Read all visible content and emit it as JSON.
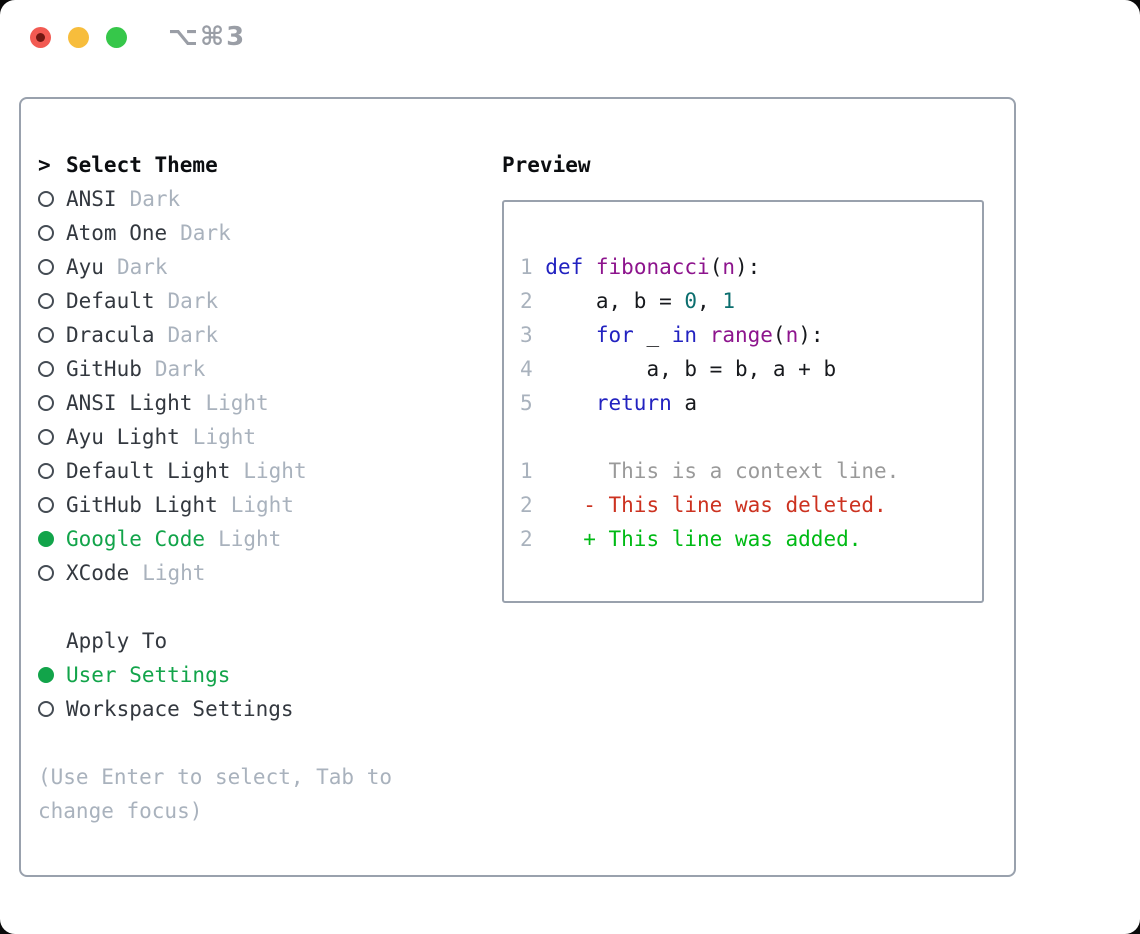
{
  "window": {
    "shortcut": "⌥⌘3",
    "traffic_lights": [
      "close",
      "minimize",
      "zoom"
    ]
  },
  "theme_list": {
    "title": "Select Theme",
    "cursor": ">",
    "items": [
      {
        "name": "ANSI",
        "variant": "Dark",
        "selected": false
      },
      {
        "name": "Atom One",
        "variant": "Dark",
        "selected": false
      },
      {
        "name": "Ayu",
        "variant": "Dark",
        "selected": false
      },
      {
        "name": "Default",
        "variant": "Dark",
        "selected": false
      },
      {
        "name": "Dracula",
        "variant": "Dark",
        "selected": false
      },
      {
        "name": "GitHub",
        "variant": "Dark",
        "selected": false
      },
      {
        "name": "ANSI Light",
        "variant": "Light",
        "selected": false
      },
      {
        "name": "Ayu Light",
        "variant": "Light",
        "selected": false
      },
      {
        "name": "Default Light",
        "variant": "Light",
        "selected": false
      },
      {
        "name": "GitHub Light",
        "variant": "Light",
        "selected": false
      },
      {
        "name": "Google Code",
        "variant": "Light",
        "selected": true
      },
      {
        "name": "XCode",
        "variant": "Light",
        "selected": false
      }
    ]
  },
  "apply_to": {
    "title": "Apply To",
    "options": [
      {
        "label": "User Settings",
        "selected": true
      },
      {
        "label": "Workspace Settings",
        "selected": false
      }
    ]
  },
  "footer_hint": "(Use Enter to select, Tab to change focus)",
  "preview": {
    "title": "Preview",
    "code_lines": [
      {
        "num": "1",
        "tokens": [
          [
            "kw",
            "def"
          ],
          [
            "pl",
            " "
          ],
          [
            "fn",
            "fibonacci"
          ],
          [
            "pl",
            "("
          ],
          [
            "fn",
            "n"
          ],
          [
            "pl",
            "):"
          ]
        ]
      },
      {
        "num": "2",
        "tokens": [
          [
            "pl",
            "    a, b = "
          ],
          [
            "nm",
            "0"
          ],
          [
            "pl",
            ", "
          ],
          [
            "nm",
            "1"
          ]
        ]
      },
      {
        "num": "3",
        "tokens": [
          [
            "pl",
            "    "
          ],
          [
            "kw",
            "for"
          ],
          [
            "pl",
            " _ "
          ],
          [
            "kw",
            "in"
          ],
          [
            "pl",
            " "
          ],
          [
            "fn",
            "range"
          ],
          [
            "pl",
            "("
          ],
          [
            "fn",
            "n"
          ],
          [
            "pl",
            "):"
          ]
        ]
      },
      {
        "num": "4",
        "tokens": [
          [
            "pl",
            "        a, b = b, a + b"
          ]
        ]
      },
      {
        "num": "5",
        "tokens": [
          [
            "pl",
            "    "
          ],
          [
            "kw",
            "return"
          ],
          [
            "pl",
            " a"
          ]
        ]
      },
      {
        "num": "",
        "tokens": []
      },
      {
        "num": "1",
        "tokens": [
          [
            "ctx",
            "     This is a context line."
          ]
        ]
      },
      {
        "num": "2",
        "tokens": [
          [
            "del",
            "   - This line was deleted."
          ]
        ]
      },
      {
        "num": "2",
        "tokens": [
          [
            "add",
            "   + This line was added."
          ]
        ]
      }
    ]
  },
  "colors": {
    "kw": "#2222c0",
    "fn": "#8d148d",
    "nm": "#0b6e6e",
    "pl": "#17191d",
    "ln": "#a9b2bd",
    "ctx": "#9a9a9a",
    "del": "#cc3220",
    "add": "#00ba15",
    "sel_green": "#12a44a",
    "text_dark": "#33383f",
    "badge": "#a9b2bd",
    "muted": "#a9b2bd",
    "border": "#99a1ad",
    "shortcut": "#9a9ea6",
    "tl_red": "#f25a52",
    "tl_red_dot": "#701812",
    "tl_yellow": "#f7bd3c",
    "tl_green": "#36c74a"
  }
}
